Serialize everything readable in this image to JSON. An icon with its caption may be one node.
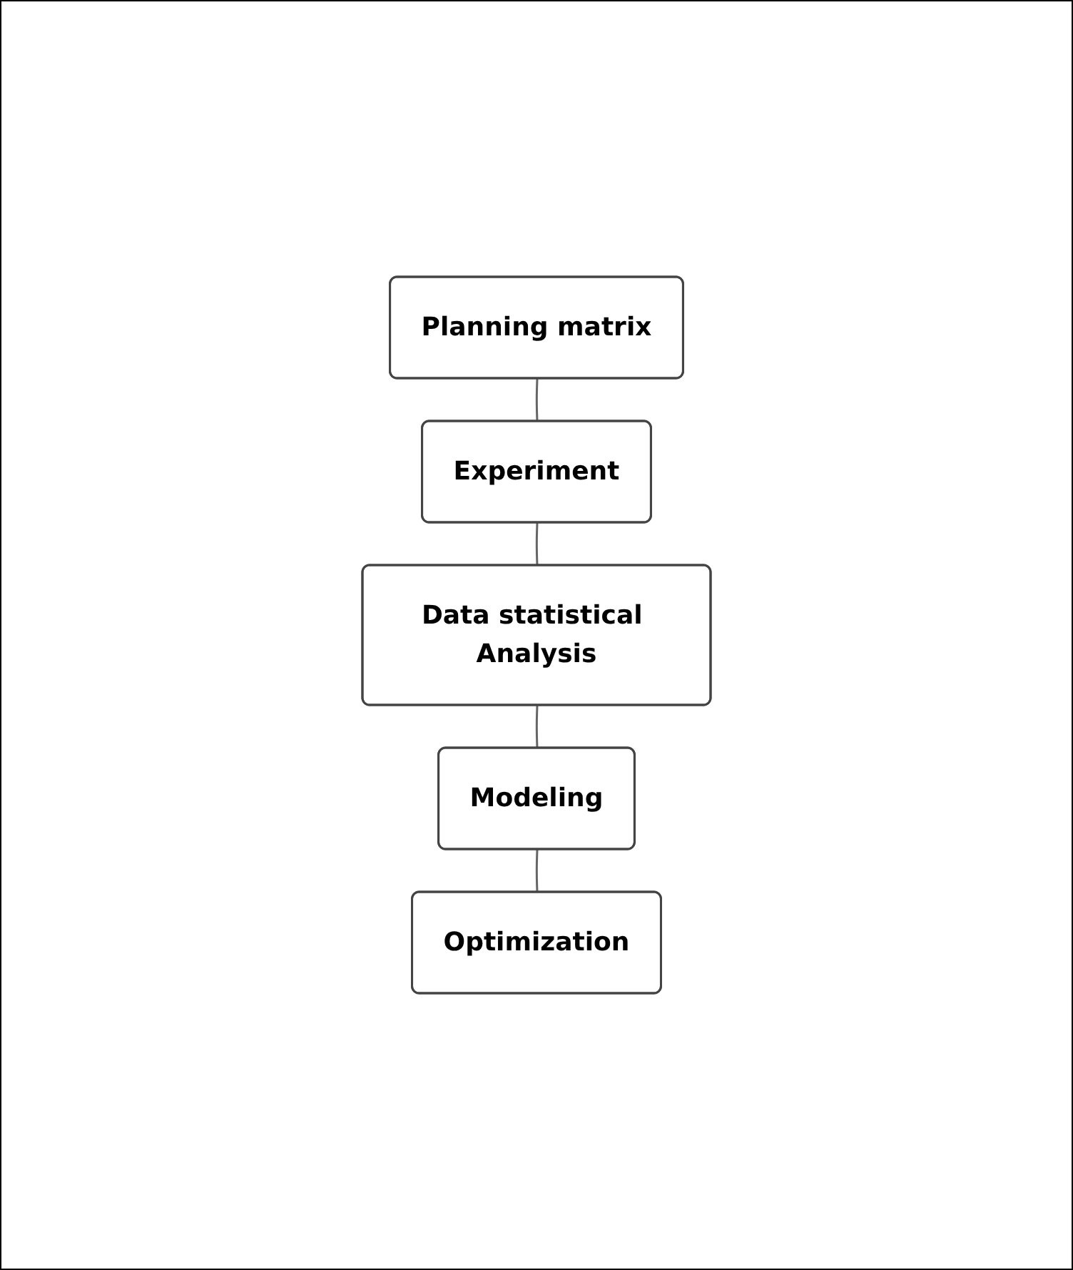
{
  "diagram": {
    "nodes": [
      {
        "text": [
          "Planning matrix"
        ]
      },
      {
        "text": [
          "Experiment"
        ]
      },
      {
        "text": [
          "Data statistical Analysis"
        ]
      },
      {
        "text": [
          "Modeling"
        ]
      },
      {
        "text": [
          "Optimization"
        ]
      }
    ],
    "edges": [
      {
        "from": 0,
        "to": 1,
        "arrow": "none"
      },
      {
        "from": 1,
        "to": 2,
        "arrow": "none"
      },
      {
        "from": 2,
        "to": 3,
        "arrow": "none"
      },
      {
        "from": 3,
        "to": 4,
        "arrow": "none"
      }
    ]
  }
}
